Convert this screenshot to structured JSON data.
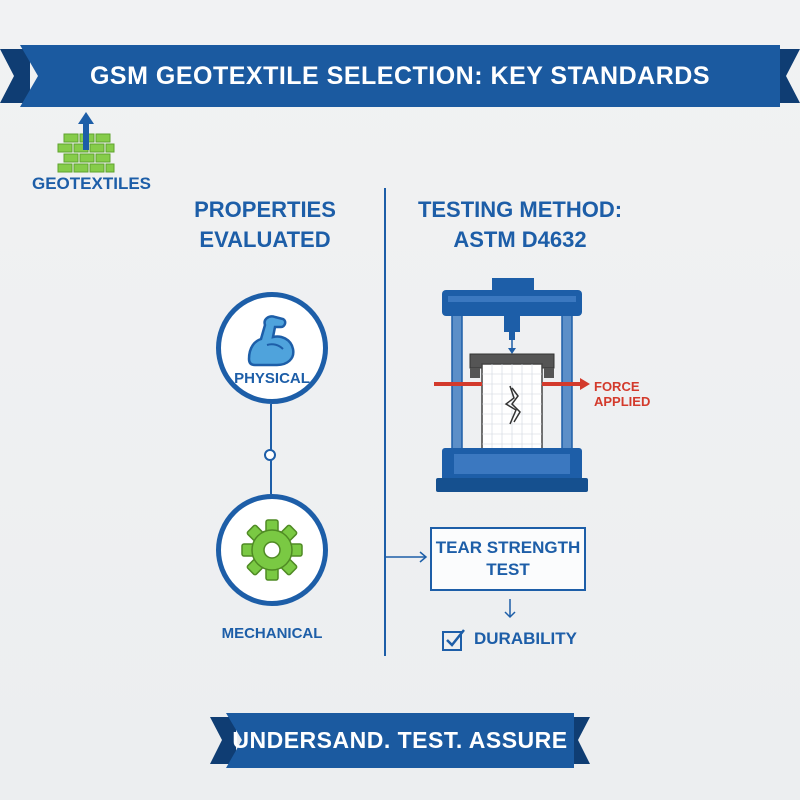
{
  "colors": {
    "primary": "#1d5ea8",
    "banner": "#1b5aa0",
    "banner_dark": "#0f3d73",
    "accent_green": "#7ac943",
    "accent_red": "#d33a2c"
  },
  "header": {
    "title": "GSM GEOTEXTILE SELECTION: KEY STANDARDS"
  },
  "logo": {
    "label": "GEOTEXTILES",
    "icon": "brick-wall-arrow-up-icon"
  },
  "left": {
    "heading": {
      "line1": "PROPERTIES",
      "line2": "EVALUATED"
    },
    "physical": {
      "label": "PHYSICAL",
      "icon": "flexed-arm-icon"
    },
    "mechanical": {
      "label": "MECHANICAL",
      "icon": "gear-icon"
    }
  },
  "right": {
    "heading": {
      "line1": "TESTING METHOD:",
      "line2": "ASTM D4632"
    },
    "machine": {
      "icon": "testing-machine-icon"
    },
    "force": {
      "line1": "FORCE",
      "line2": "APPLIED"
    },
    "tear_test": {
      "line1": "TEAR STRENGTH",
      "line2": "TEST"
    },
    "durability": {
      "label": "DURABILITY",
      "icon": "checkbox-icon"
    }
  },
  "footer": {
    "tagline": "UNDERSAND. TEST. ASSURE"
  }
}
